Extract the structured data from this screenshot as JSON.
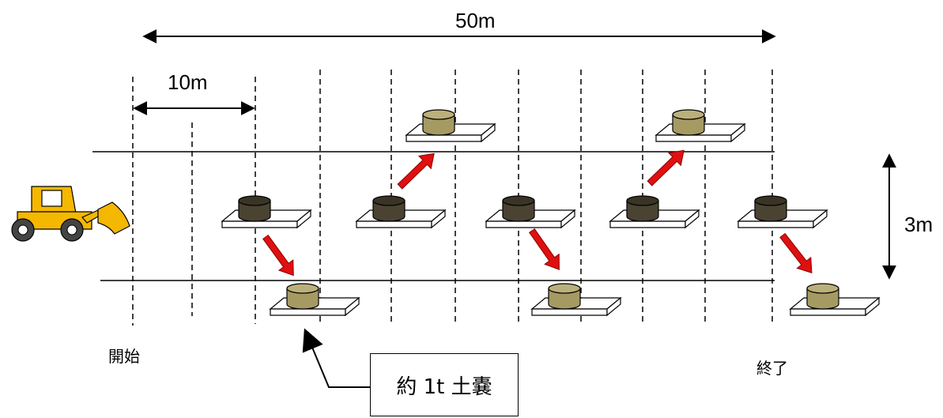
{
  "dimensions": {
    "total_length": "50m",
    "segment_length": "10m",
    "width": "3m"
  },
  "labels": {
    "start": "開始",
    "end": "終了",
    "sandbag": "約 1t 土嚢"
  },
  "colors": {
    "loader_body": "#f5b800",
    "bag_before": "#4a4332",
    "bag_after": "#a59a62",
    "pallet": "#ffffff",
    "move_arrow": "#e01010"
  },
  "icons": [
    "wheel-loader-icon",
    "sandbag-icon",
    "move-arrow-icon",
    "dimension-arrow-icon"
  ]
}
